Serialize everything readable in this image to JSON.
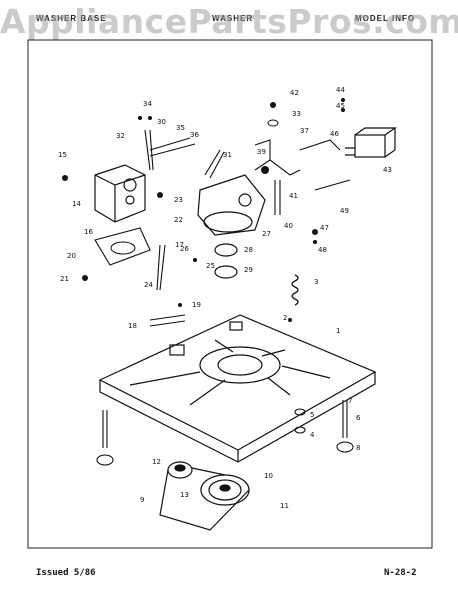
{
  "header": {
    "left": "WASHER BASE",
    "center": "WASHER",
    "right": "MODEL INFO",
    "watermark": "AppliancePartsPros.com"
  },
  "footer": {
    "issued": "Issued 5/86",
    "page_code": "N-28-2"
  },
  "callouts": [
    "1",
    "2",
    "3",
    "4",
    "5",
    "6",
    "7",
    "8",
    "9",
    "10",
    "11",
    "12",
    "13",
    "14",
    "15",
    "16",
    "17",
    "18",
    "19",
    "20",
    "21",
    "22",
    "23",
    "24",
    "25",
    "26",
    "27",
    "28",
    "29",
    "30",
    "31",
    "32",
    "33",
    "34",
    "35",
    "36",
    "37",
    "39",
    "40",
    "41",
    "42",
    "43",
    "44",
    "45",
    "46",
    "47",
    "48",
    "49"
  ]
}
